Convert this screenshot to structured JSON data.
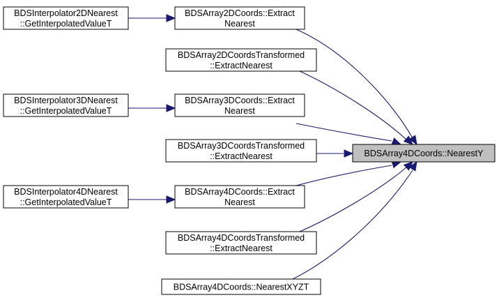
{
  "graph": {
    "nodes": [
      {
        "id": "interp2d",
        "lines": [
          "BDSInterpolator2DNearest",
          "::GetInterpolatedValueT"
        ]
      },
      {
        "id": "a2d",
        "lines": [
          "BDSArray2DCoords::Extract",
          "Nearest"
        ]
      },
      {
        "id": "a2dt",
        "lines": [
          "BDSArray2DCoordsTransformed",
          "::ExtractNearest"
        ]
      },
      {
        "id": "interp3d",
        "lines": [
          "BDSInterpolator3DNearest",
          "::GetInterpolatedValueT"
        ]
      },
      {
        "id": "a3d",
        "lines": [
          "BDSArray3DCoords::Extract",
          "Nearest"
        ]
      },
      {
        "id": "a3dt",
        "lines": [
          "BDSArray3DCoordsTransformed",
          "::ExtractNearest"
        ]
      },
      {
        "id": "interp4d",
        "lines": [
          "BDSInterpolator4DNearest",
          "::GetInterpolatedValueT"
        ]
      },
      {
        "id": "a4d",
        "lines": [
          "BDSArray4DCoords::Extract",
          "Nearest"
        ]
      },
      {
        "id": "a4dt",
        "lines": [
          "BDSArray4DCoordsTransformed",
          "::ExtractNearest"
        ]
      },
      {
        "id": "nxyzt",
        "lines": [
          "BDSArray4DCoords::NearestXYZT"
        ]
      },
      {
        "id": "target",
        "lines": [
          "BDSArray4DCoords::NearestY"
        ],
        "focus": true
      }
    ],
    "edges": [
      {
        "from": "interp2d",
        "to": "a2d"
      },
      {
        "from": "interp3d",
        "to": "a3d"
      },
      {
        "from": "interp4d",
        "to": "a4d"
      },
      {
        "from": "a2d",
        "to": "target"
      },
      {
        "from": "a2dt",
        "to": "target"
      },
      {
        "from": "a3d",
        "to": "target"
      },
      {
        "from": "a3dt",
        "to": "target"
      },
      {
        "from": "a4d",
        "to": "target"
      },
      {
        "from": "a4dt",
        "to": "target"
      },
      {
        "from": "nxyzt",
        "to": "target"
      }
    ],
    "colors": {
      "edge": "#191970",
      "focus_fill": "#bfbfbf",
      "box_stroke": "#000000"
    }
  }
}
